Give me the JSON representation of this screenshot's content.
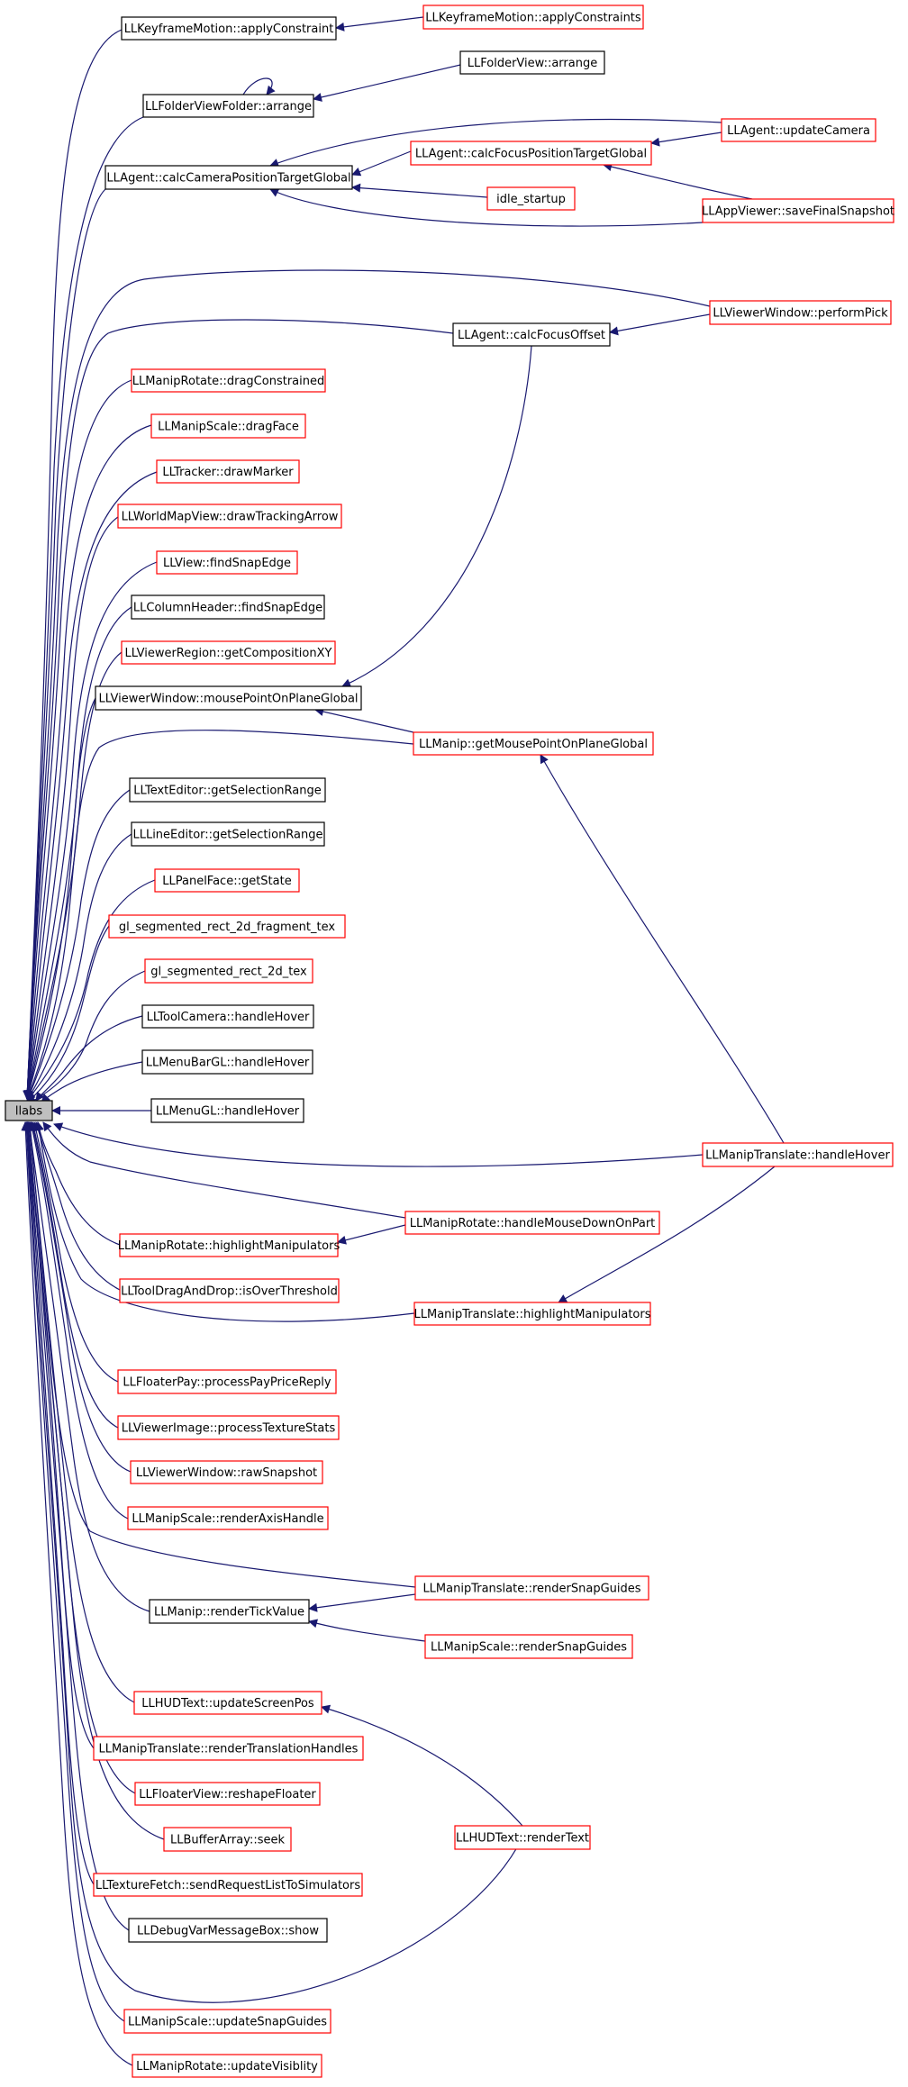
{
  "colors": {
    "edge": "#191970",
    "border_documented": "#000000",
    "border_undocumented": "#ff0000",
    "root_fill": "#bfbfbf",
    "node_fill": "#ffffff"
  },
  "root": {
    "id": "llabs",
    "label": "llabs"
  },
  "nodes": [
    {
      "id": "kf_applyConstraint",
      "label": "LLKeyframeMotion::applyConstraint",
      "border": "black"
    },
    {
      "id": "kf_applyConstraints",
      "label": "LLKeyframeMotion::applyConstraints",
      "border": "red"
    },
    {
      "id": "fvf_arrange",
      "label": "LLFolderViewFolder::arrange",
      "border": "black"
    },
    {
      "id": "fv_arrange",
      "label": "LLFolderView::arrange",
      "border": "black"
    },
    {
      "id": "ag_calcCamera",
      "label": "LLAgent::calcCameraPositionTargetGlobal",
      "border": "black"
    },
    {
      "id": "ag_calcFocusGlobal",
      "label": "LLAgent::calcFocusPositionTargetGlobal",
      "border": "red"
    },
    {
      "id": "ag_updateCamera",
      "label": "LLAgent::updateCamera",
      "border": "red"
    },
    {
      "id": "idle_startup",
      "label": "idle_startup",
      "border": "red"
    },
    {
      "id": "av_saveFinal",
      "label": "LLAppViewer::saveFinalSnapshot",
      "border": "red"
    },
    {
      "id": "vw_performPick",
      "label": "LLViewerWindow::performPick",
      "border": "red"
    },
    {
      "id": "ag_calcFocusOffset",
      "label": "LLAgent::calcFocusOffset",
      "border": "black"
    },
    {
      "id": "mr_dragConstrained",
      "label": "LLManipRotate::dragConstrained",
      "border": "red"
    },
    {
      "id": "ms_dragFace",
      "label": "LLManipScale::dragFace",
      "border": "red"
    },
    {
      "id": "tr_drawMarker",
      "label": "LLTracker::drawMarker",
      "border": "red"
    },
    {
      "id": "wmv_drawTracking",
      "label": "LLWorldMapView::drawTrackingArrow",
      "border": "red"
    },
    {
      "id": "v_findSnapEdge",
      "label": "LLView::findSnapEdge",
      "border": "red"
    },
    {
      "id": "ch_findSnapEdge",
      "label": "LLColumnHeader::findSnapEdge",
      "border": "black"
    },
    {
      "id": "vr_getComposition",
      "label": "LLViewerRegion::getCompositionXY",
      "border": "red"
    },
    {
      "id": "vw_mousePoint",
      "label": "LLViewerWindow::mousePointOnPlaneGlobal",
      "border": "black"
    },
    {
      "id": "m_getMousePoint",
      "label": "LLManip::getMousePointOnPlaneGlobal",
      "border": "red"
    },
    {
      "id": "te_getSelection",
      "label": "LLTextEditor::getSelectionRange",
      "border": "black"
    },
    {
      "id": "le_getSelection",
      "label": "LLLineEditor::getSelectionRange",
      "border": "black"
    },
    {
      "id": "pf_getState",
      "label": "LLPanelFace::getState",
      "border": "red"
    },
    {
      "id": "gl_frag",
      "label": "gl_segmented_rect_2d_fragment_tex",
      "border": "red"
    },
    {
      "id": "gl_tex",
      "label": "gl_segmented_rect_2d_tex",
      "border": "red"
    },
    {
      "id": "tc_handleHover",
      "label": "LLToolCamera::handleHover",
      "border": "black"
    },
    {
      "id": "mbgl_handleHover",
      "label": "LLMenuBarGL::handleHover",
      "border": "black"
    },
    {
      "id": "mgl_handleHover",
      "label": "LLMenuGL::handleHover",
      "border": "black"
    },
    {
      "id": "mt_handleHover",
      "label": "LLManipTranslate::handleHover",
      "border": "red"
    },
    {
      "id": "mr_handleMouseDown",
      "label": "LLManipRotate::handleMouseDownOnPart",
      "border": "red"
    },
    {
      "id": "mr_highlight",
      "label": "LLManipRotate::highlightManipulators",
      "border": "red"
    },
    {
      "id": "tdd_isOver",
      "label": "LLToolDragAndDrop::isOverThreshold",
      "border": "red"
    },
    {
      "id": "mt_highlight",
      "label": "LLManipTranslate::highlightManipulators",
      "border": "red"
    },
    {
      "id": "fp_processPay",
      "label": "LLFloaterPay::processPayPriceReply",
      "border": "red"
    },
    {
      "id": "vi_processTexture",
      "label": "LLViewerImage::processTextureStats",
      "border": "red"
    },
    {
      "id": "vw_rawSnapshot",
      "label": "LLViewerWindow::rawSnapshot",
      "border": "red"
    },
    {
      "id": "ms_renderAxis",
      "label": "LLManipScale::renderAxisHandle",
      "border": "red"
    },
    {
      "id": "mt_renderSnap",
      "label": "LLManipTranslate::renderSnapGuides",
      "border": "red"
    },
    {
      "id": "m_renderTick",
      "label": "LLManip::renderTickValue",
      "border": "black"
    },
    {
      "id": "ms_renderSnap",
      "label": "LLManipScale::renderSnapGuides",
      "border": "red"
    },
    {
      "id": "hud_updateScreen",
      "label": "LLHUDText::updateScreenPos",
      "border": "red"
    },
    {
      "id": "mt_renderTrans",
      "label": "LLManipTranslate::renderTranslationHandles",
      "border": "red"
    },
    {
      "id": "hud_renderText",
      "label": "LLHUDText::renderText",
      "border": "red"
    },
    {
      "id": "fv_reshape",
      "label": "LLFloaterView::reshapeFloater",
      "border": "red"
    },
    {
      "id": "ba_seek",
      "label": "LLBufferArray::seek",
      "border": "red"
    },
    {
      "id": "tf_sendRequest",
      "label": "LLTextureFetch::sendRequestListToSimulators",
      "border": "red"
    },
    {
      "id": "dvmb_show",
      "label": "LLDebugVarMessageBox::show",
      "border": "black"
    },
    {
      "id": "ms_updateSnap",
      "label": "LLManipScale::updateSnapGuides",
      "border": "red"
    },
    {
      "id": "mr_updateVis",
      "label": "LLManipRotate::updateVisiblity",
      "border": "red"
    }
  ]
}
